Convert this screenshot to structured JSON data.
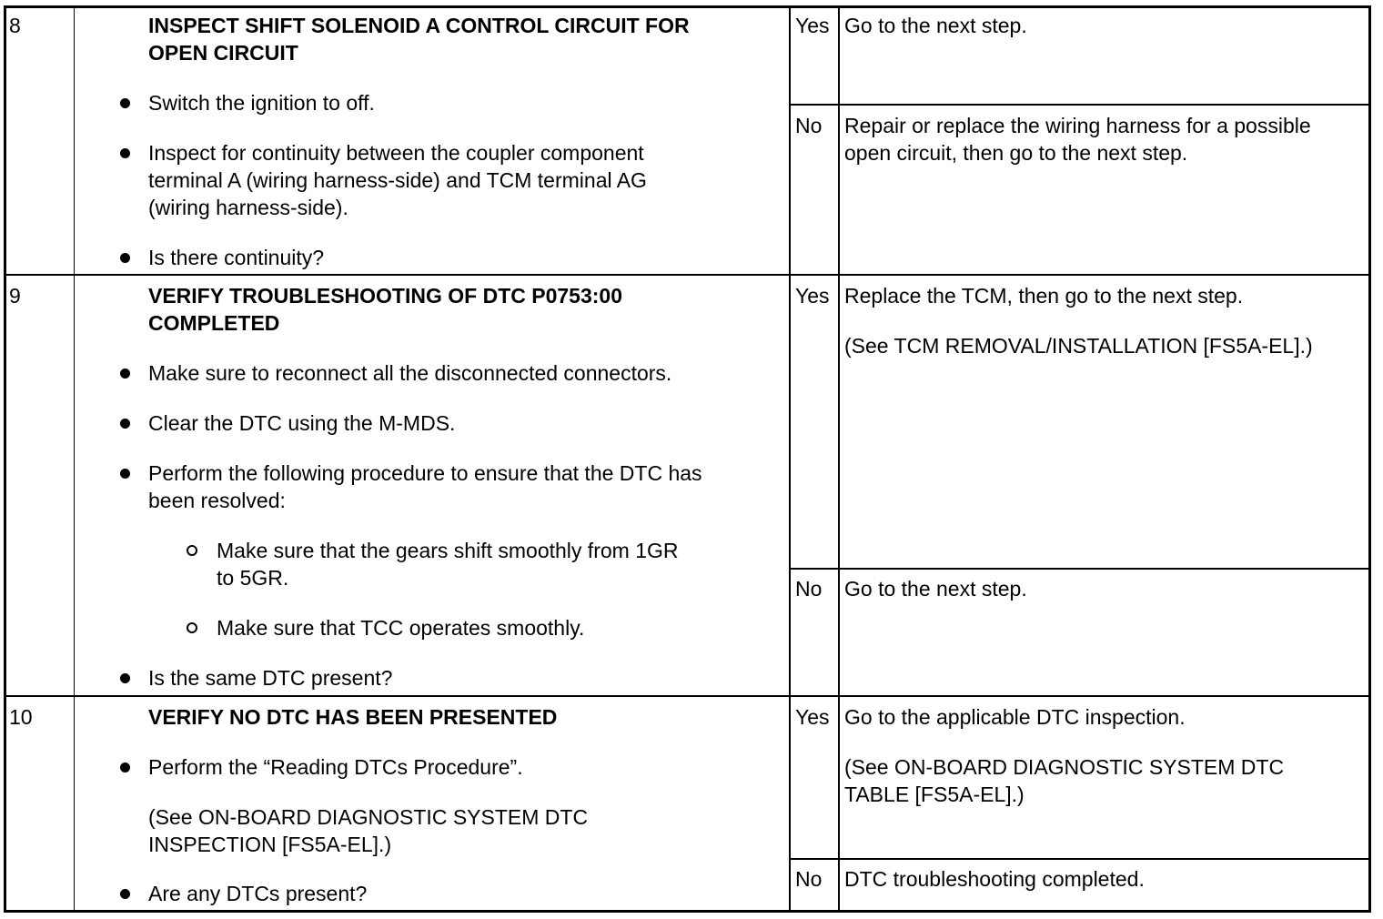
{
  "rows": [
    {
      "step": "8",
      "title": [
        "INSPECT SHIFT SOLENOID A CONTROL CIRCUIT FOR",
        "OPEN CIRCUIT"
      ],
      "items": [
        [
          "Switch the ignition to off."
        ],
        [
          "Inspect for continuity between the coupler component",
          "terminal A (wiring harness-side) and TCM terminal AG",
          "(wiring harness-side)."
        ],
        [
          "Is there continuity?"
        ]
      ],
      "yes_label": "Yes",
      "yes": [
        "Go to the next step."
      ],
      "no_label": "No",
      "no": [
        "Repair or replace the wiring harness for a possible",
        "open circuit, then go to the next step."
      ]
    },
    {
      "step": "9",
      "title": [
        "VERIFY TROUBLESHOOTING OF DTC P0753:00",
        "COMPLETED"
      ],
      "items": [
        [
          "Make sure to reconnect all the disconnected connectors."
        ],
        [
          "Clear the DTC using the M-MDS."
        ],
        [
          "Perform the following procedure to ensure that the DTC has",
          "been resolved:"
        ],
        [
          "Is the same DTC present?"
        ]
      ],
      "subitems": [
        [
          "Make sure that the gears shift smoothly from 1GR",
          "to 5GR."
        ],
        [
          "Make sure that TCC operates smoothly."
        ]
      ],
      "yes_label": "Yes",
      "yes": [
        "Replace the TCM, then go to the next step."
      ],
      "yes_note": [
        "(See TCM REMOVAL/INSTALLATION [FS5A-EL].)"
      ],
      "no_label": "No",
      "no": [
        "Go to the next step."
      ]
    },
    {
      "step": "10",
      "title": [
        "VERIFY NO DTC HAS BEEN PRESENTED"
      ],
      "items": [
        [
          "Perform the “Reading DTCs Procedure”."
        ],
        [
          "Are any DTCs present?"
        ]
      ],
      "note": [
        "(See ON-BOARD DIAGNOSTIC SYSTEM DTC",
        "INSPECTION [FS5A-EL].)"
      ],
      "yes_label": "Yes",
      "yes": [
        "Go to the applicable DTC inspection."
      ],
      "yes_note": [
        "(See ON-BOARD DIAGNOSTIC SYSTEM DTC",
        "TABLE [FS5A-EL].)"
      ],
      "no_label": "No",
      "no": [
        "DTC troubleshooting completed."
      ]
    }
  ]
}
